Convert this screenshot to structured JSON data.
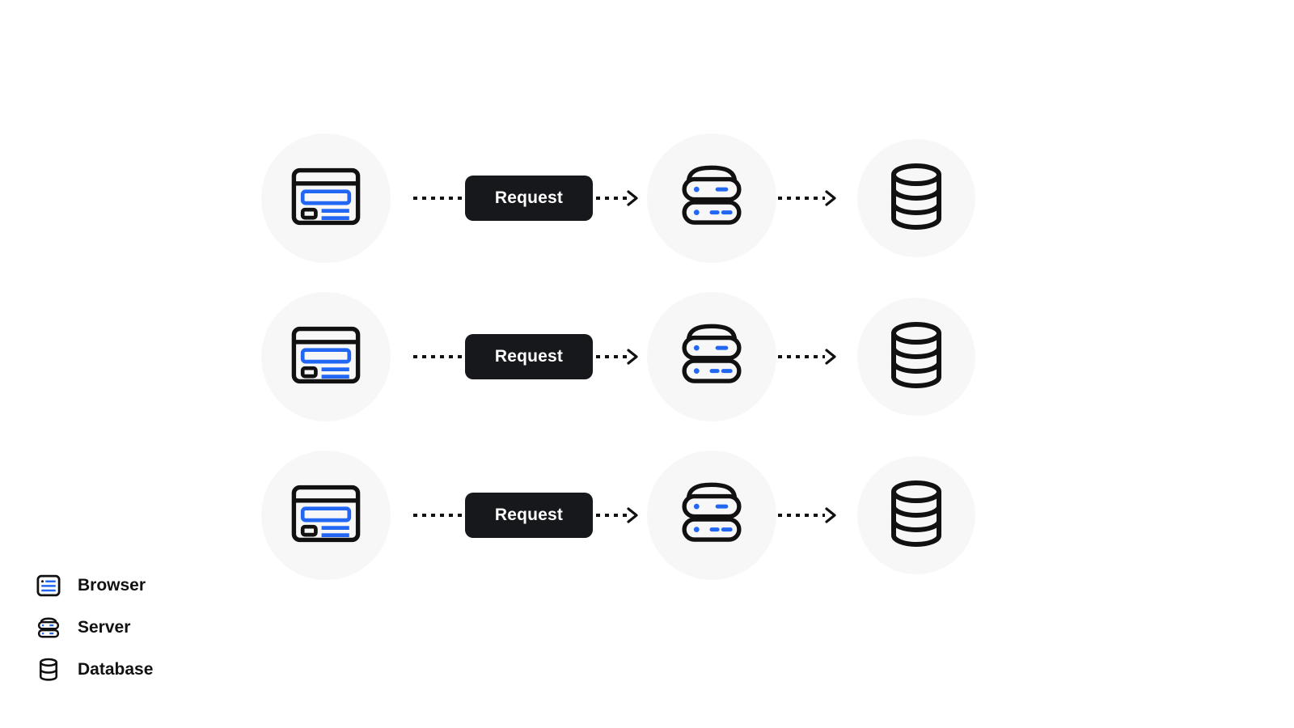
{
  "rows": [
    {
      "request_label": "Request"
    },
    {
      "request_label": "Request"
    },
    {
      "request_label": "Request"
    }
  ],
  "legend": {
    "items": [
      {
        "label": "Browser",
        "icon": "browser-icon"
      },
      {
        "label": "Server",
        "icon": "server-icon"
      },
      {
        "label": "Database",
        "icon": "database-icon"
      }
    ]
  },
  "colors": {
    "accent_blue": "#2167f3",
    "badge_background": "#17181b",
    "badge_text": "#ffffff",
    "icon_stroke": "#111111",
    "node_circle_background": "#f7f7f8"
  }
}
